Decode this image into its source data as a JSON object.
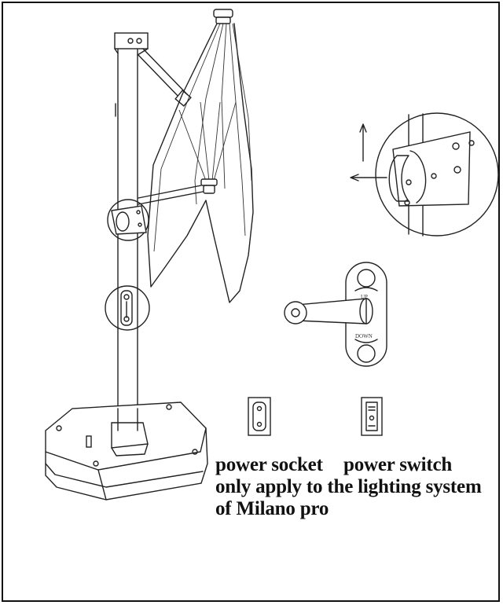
{
  "labels": {
    "power_socket": "power socket",
    "power_switch": "power switch",
    "note_line1": "only apply to the lighting system",
    "note_line2": "of Milano pro"
  },
  "crank_detail": {
    "up": "UP",
    "down": "DOWN"
  },
  "colors": {
    "line": "#222222",
    "background": "#ffffff"
  },
  "icons": [
    "umbrella-icon",
    "socket-icon",
    "switch-icon",
    "arrow-icon"
  ]
}
